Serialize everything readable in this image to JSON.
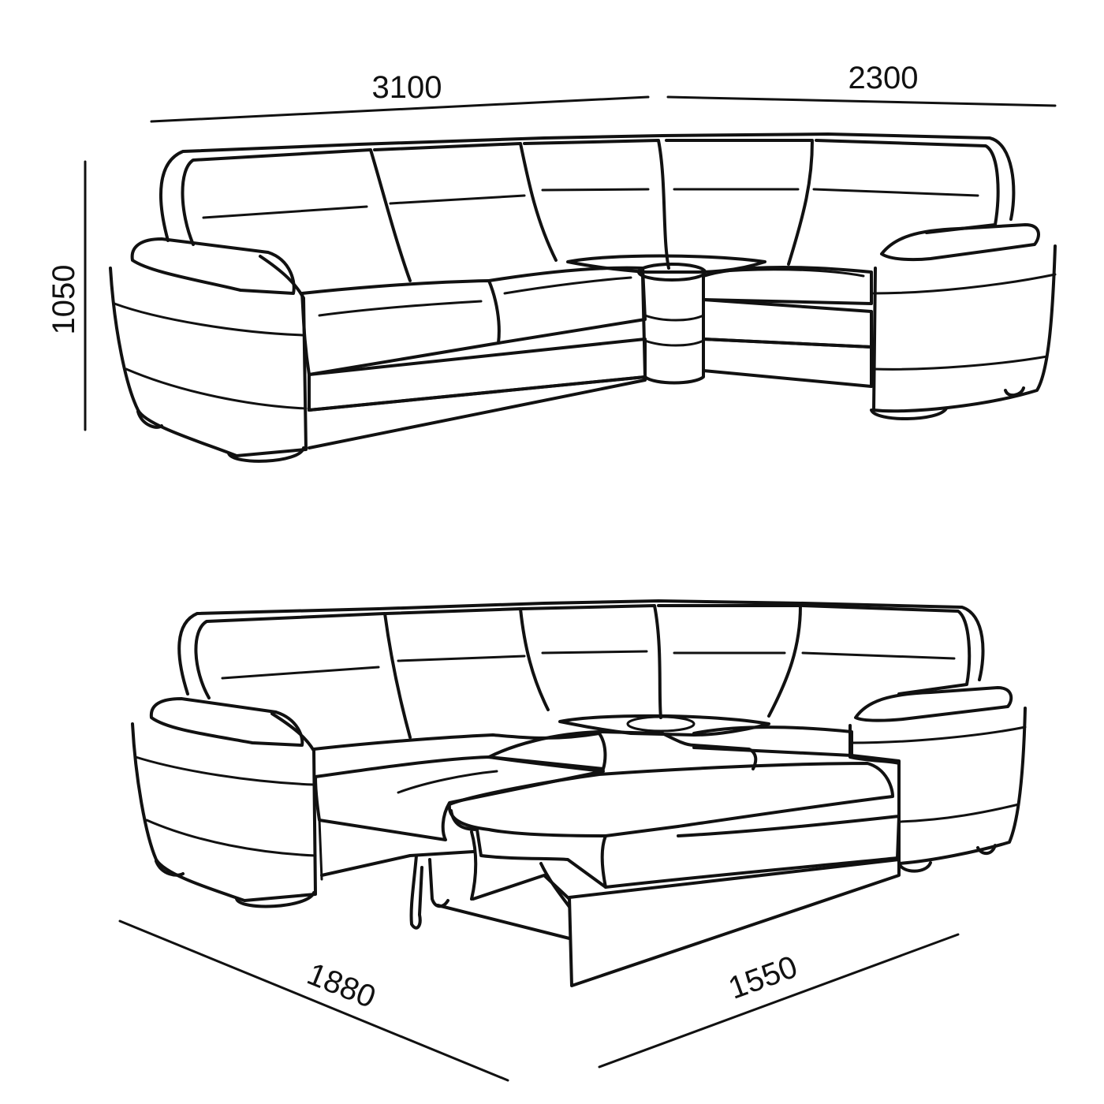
{
  "colors": {
    "line": "#111111",
    "background": "#ffffff"
  },
  "dimensions": {
    "width_left": "3100",
    "width_right": "2300",
    "height": "1050",
    "depth_left": "1880",
    "depth_right": "1550"
  }
}
